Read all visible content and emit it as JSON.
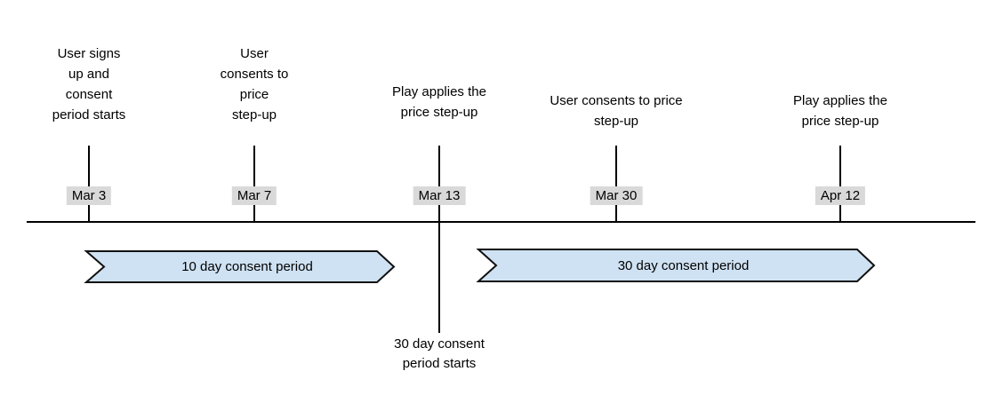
{
  "timeline": {
    "events": [
      {
        "label": "User signs\nup and\nconsent\nperiod starts",
        "date": "Mar 3"
      },
      {
        "label": "User\nconsents to\nprice\nstep-up",
        "date": "Mar 7"
      },
      {
        "label": "Play applies the\nprice step-up",
        "date": "Mar 13"
      },
      {
        "label": "User consents to price\nstep-up",
        "date": "Mar 30"
      },
      {
        "label": "Play applies the\nprice step-up",
        "date": "Apr 12"
      }
    ],
    "periods": [
      {
        "label": "10 day consent period"
      },
      {
        "label": "30 day consent period"
      }
    ],
    "annotation": "30 day consent\nperiod starts",
    "colors": {
      "arrow_fill": "#cfe2f3",
      "arrow_stroke": "#111111",
      "date_badge_bg": "#d9d9d9",
      "line": "#000000",
      "text": "#000000",
      "background": "#ffffff"
    }
  }
}
